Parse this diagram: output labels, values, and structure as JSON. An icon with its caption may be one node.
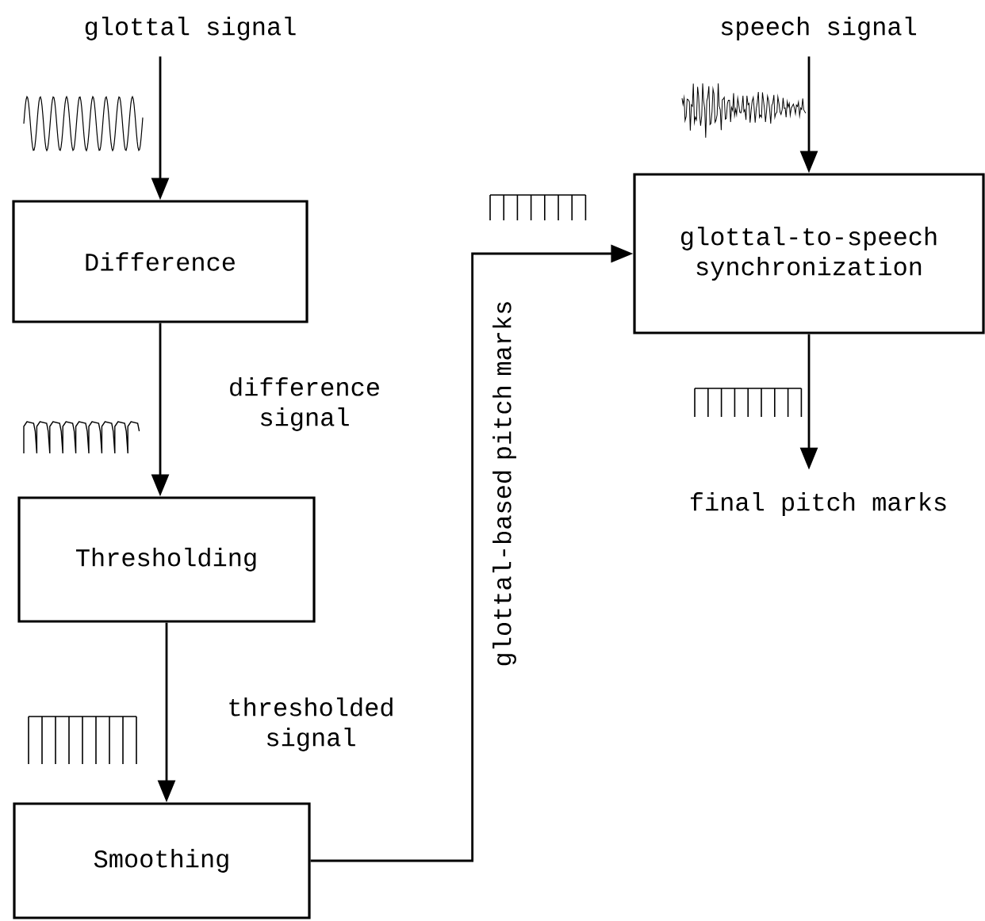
{
  "diagram": {
    "nodes": [
      {
        "text": [
          "glottal signal"
        ]
      },
      {
        "text": [
          "Difference"
        ]
      },
      {
        "text": [
          "Thresholding"
        ]
      },
      {
        "text": [
          "Smoothing"
        ]
      },
      {
        "text": [
          "speech signal"
        ]
      },
      {
        "text": [
          "glottal-to-speech synchronization"
        ]
      },
      {
        "text": [
          "final pitch marks"
        ]
      }
    ],
    "edges": [
      {
        "from": 0,
        "to": 1,
        "arrow": "to"
      },
      {
        "from": 1,
        "to": 2,
        "arrow": "to",
        "label": "difference signal"
      },
      {
        "from": 2,
        "to": 3,
        "arrow": "to",
        "label": "thresholded signal"
      },
      {
        "from": 3,
        "to": 5,
        "arrow": "to",
        "label": "glottal-based pitch marks"
      },
      {
        "from": 4,
        "to": 5,
        "arrow": "to"
      },
      {
        "from": 5,
        "to": 6,
        "arrow": "to"
      }
    ]
  }
}
